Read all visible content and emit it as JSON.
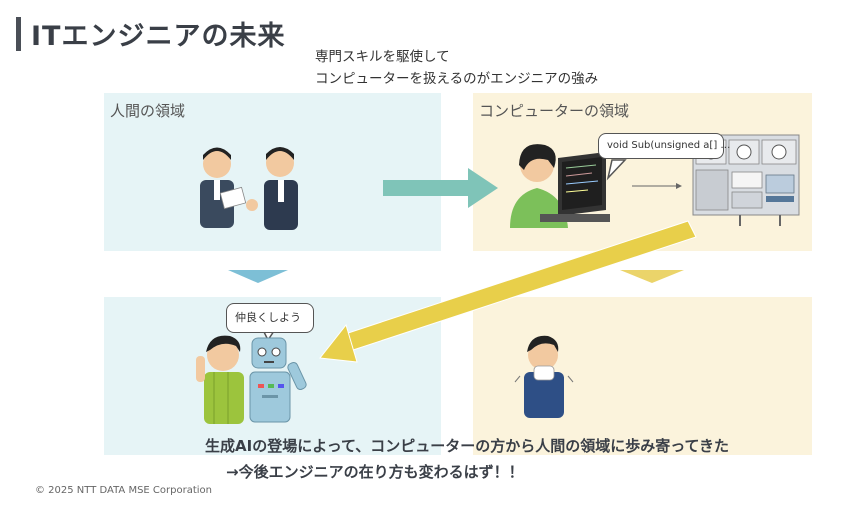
{
  "slide": {
    "title": "ITエンジニアの未来",
    "subtitle_line1": "専門スキルを駆使して",
    "subtitle_line2": "コンピューターを扱えるのがエンジニアの強み"
  },
  "panels": {
    "human_label": "人間の領域",
    "computer_label": "コンピューターの領域"
  },
  "bubbles": {
    "code": "void Sub(unsigned a[] …",
    "robot": "仲良くしよう"
  },
  "captions": {
    "line1": "生成AIの登場によって、コンピューターの方から人間の領域に歩み寄ってきた",
    "line2": "→今後エンジニアの在り方も変わるはず！！"
  },
  "footer": {
    "copyright": "© 2025 NTT DATA MSE Corporation"
  },
  "colors": {
    "human_panel": "#e6f4f6",
    "computer_panel": "#fbf3dc",
    "teal_arrow": "#7fc4b8",
    "yellow_arrow": "#e8cf4a"
  }
}
